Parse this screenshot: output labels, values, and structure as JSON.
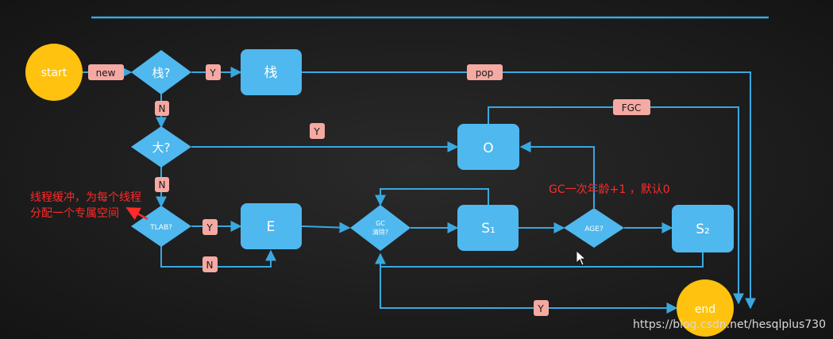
{
  "colors": {
    "flow_blue": "#4fb8ee",
    "line_blue": "#3aa8e0",
    "start_end_yellow": "#ffc20e",
    "tag_pink": "#f4a9a2",
    "annotation_red": "#ff2a2a"
  },
  "nodes": {
    "start": "start",
    "end": "end",
    "stack_q": "栈?",
    "big_q": "大?",
    "tlab_q": "TLAB?",
    "gc_q_line1": "GC",
    "gc_q_line2": "清除?",
    "age_q": "AGE?",
    "stack": "栈",
    "old": "O",
    "eden": "E",
    "s1": "S₁",
    "s2": "S₂"
  },
  "tags": {
    "new": "new",
    "y_stack": "Y",
    "pop": "pop",
    "n_stack": "N",
    "fgc": "FGC",
    "y_big": "Y",
    "n_big": "N",
    "y_tlab": "Y",
    "n_tlab": "N",
    "y_gc": "Y"
  },
  "annotations": {
    "tlab_line1": "线程缓冲，为每个线程",
    "tlab_line2": "分配一个专属空间",
    "age_note": "GC一次年龄+1 ，默认0"
  },
  "watermark": "https://blog.csdn.net/hesqlplus730"
}
